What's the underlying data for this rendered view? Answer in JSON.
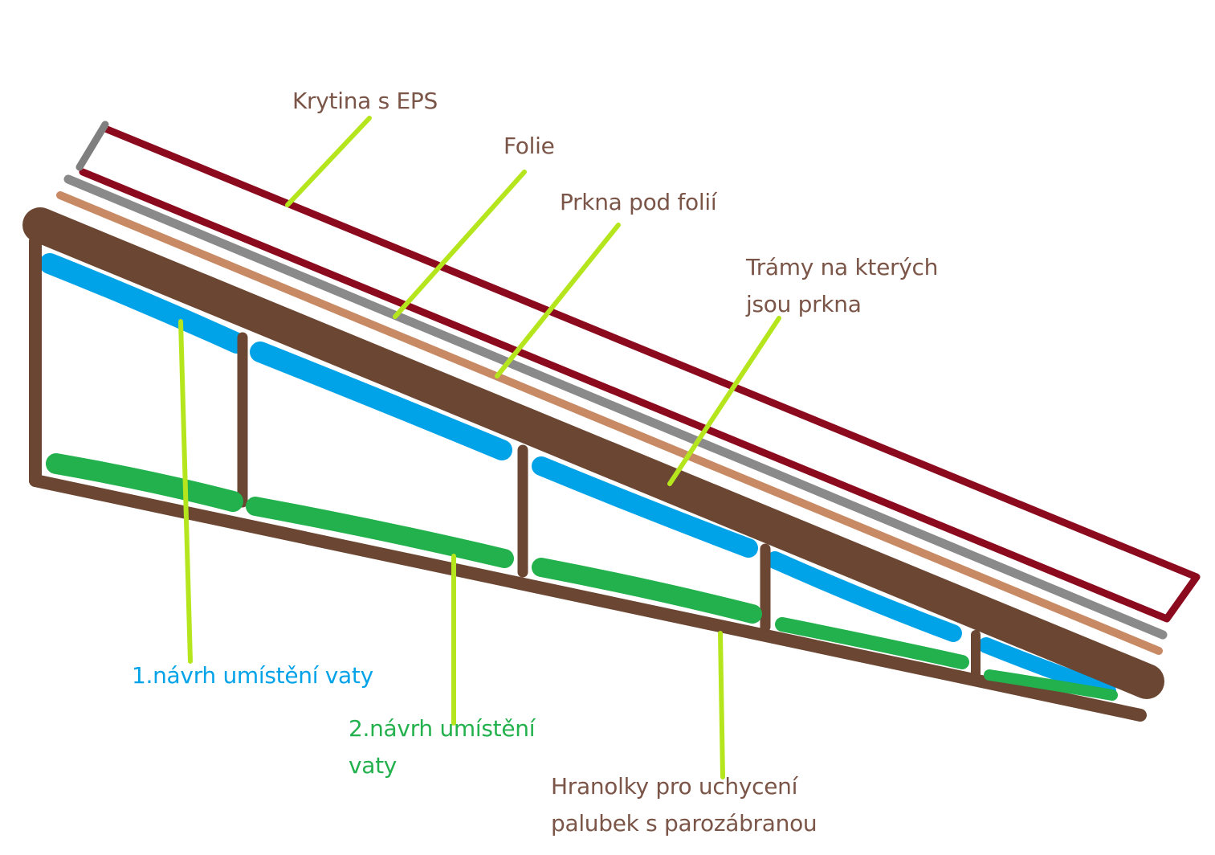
{
  "colors": {
    "background": "#ffffff",
    "krytina": "#8b0a1e",
    "folie": "#8a8a8a",
    "prkna": "#c88a64",
    "tramy": "#6b4632",
    "insulation_option_1": "#00a2e8",
    "insulation_option_2": "#22b14c",
    "leader_lines": "#b5e61d",
    "label_brown": "#7a5548",
    "label_blue": "#00a2e8",
    "label_green": "#22b14c"
  },
  "labels": {
    "krytina": "Krytina s EPS",
    "folie": "Folie",
    "prkna": "Prkna pod folií",
    "tramy_line1": "Trámy na kterých",
    "tramy_line2": "jsou prkna",
    "navrh1": "1.návrh umístění vaty",
    "navrh2_line1": "2.návrh umístění",
    "navrh2_line2": "vaty",
    "hranolky_line1": "Hranolky pro uchycení",
    "hranolky_line2": "palubek s parozábranou"
  }
}
